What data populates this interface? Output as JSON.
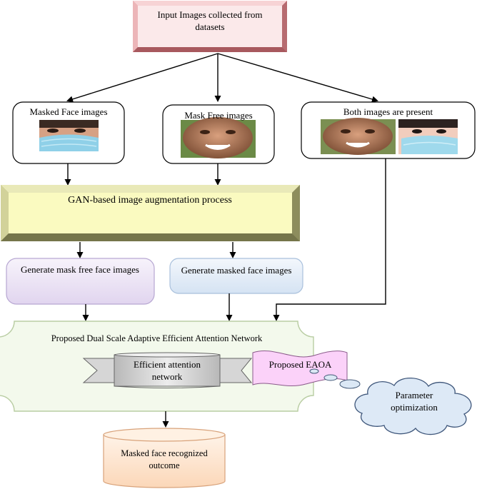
{
  "nodes": {
    "input": "Input Images collected from datasets",
    "masked": "Masked Face images",
    "maskfree": "Mask Free images",
    "both": "Both images are present",
    "gan": "GAN-based image augmentation process",
    "gen_free": "Generate mask free face images",
    "gen_masked": "Generate masked face images",
    "network": "Proposed Dual Scale Adaptive Efficient Attention Network",
    "attention": "Efficient attention network",
    "eaoa": "Proposed EAOA",
    "param": "Parameter optimization",
    "outcome": "Masked face recognized outcome"
  },
  "icons": {
    "masked_face": "masked-face-photo",
    "mask_free_face": "smiling-face-photo"
  },
  "colors": {
    "input_fill": "#fbe9ea",
    "input_border": "#d98c90",
    "gan_fill": "#fafac0",
    "gen_free_fill": "#ebe3f4",
    "gen_masked_fill": "#e3ecf7",
    "network_fill": "#f3f9ec",
    "eaoa_fill": "#fbd2f9",
    "outcome_fill": "#fde3cc"
  }
}
